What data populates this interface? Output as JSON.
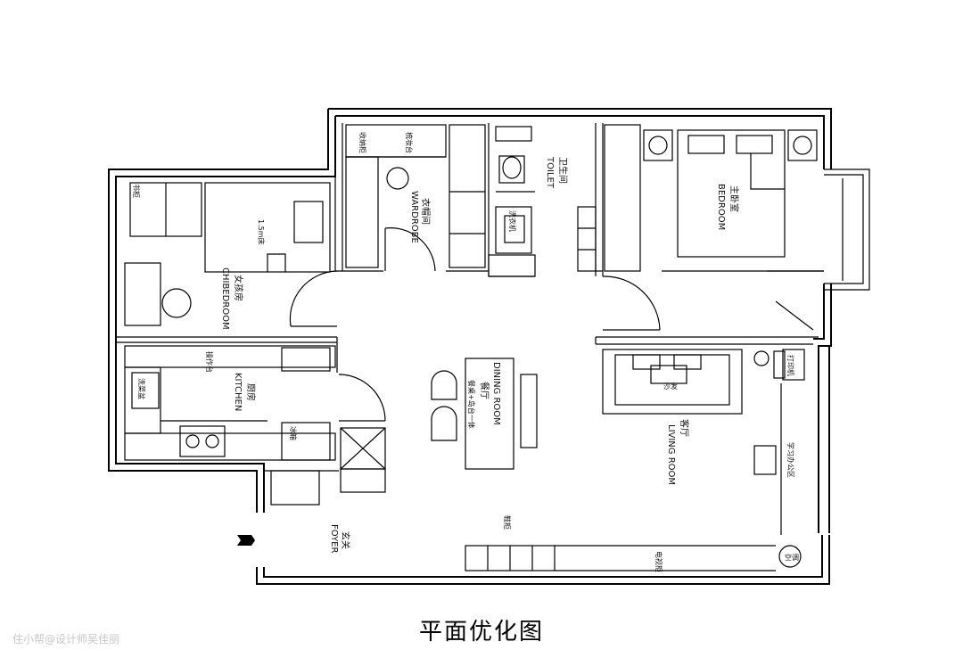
{
  "plan_title": "平面优化图",
  "watermark": "住小帮@设计师吴佳丽",
  "rooms": {
    "toilet_cn": "卫生间",
    "toilet_en": "TOILET",
    "wardrobe_cn": "衣帽间",
    "wardrobe_en": "WARDROBE",
    "bedroom_cn": "主卧室",
    "bedroom_en": "BEDROOM",
    "childroom_cn": "女孩房",
    "childroom_en": "CHIBEDROOM",
    "kitchen_cn": "厨房",
    "kitchen_en": "KITCHEN",
    "dining_cn": "餐厅",
    "dining_en": "DINING ROOM",
    "living_cn": "客厅",
    "living_en": "LIVING ROOM",
    "foyer_cn": "玄关",
    "foyer_en": "FOYER"
  },
  "fixtures": {
    "vanity": "梳妆台",
    "storage": "收纳柜",
    "bed_child": "1.5m床",
    "shelf": "书柜",
    "prep_counter": "操作台",
    "dining_table": "餐桌+岛台一体",
    "sink": "洗菜盆",
    "fridge": "冰箱",
    "study": "学习办公区",
    "tv_cabinet": "电视柜",
    "ac": "空调",
    "printer": "打印机",
    "shoe": "鞋柜",
    "washer": "洗衣机",
    "sofa": "沙发"
  }
}
